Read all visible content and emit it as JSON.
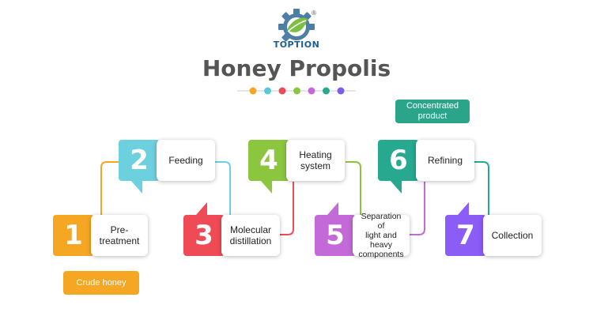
{
  "brand": {
    "name": "TOPTION",
    "registered": "®"
  },
  "title": "Honey Propolis",
  "dot_colors": [
    "#f5a623",
    "#5bc8d8",
    "#ef4b57",
    "#8cc63f",
    "#c46ad8",
    "#26a98f",
    "#7a5cf0"
  ],
  "steps": [
    {
      "number": "1",
      "label": "Pre-\ntreatment",
      "color": "#f5a623"
    },
    {
      "number": "2",
      "label": "Feeding",
      "color": "#6dd0df"
    },
    {
      "number": "3",
      "label": "Molecular\ndistillation",
      "color": "#ef4b57"
    },
    {
      "number": "4",
      "label": "Heating\nsystem",
      "color": "#8cc63f"
    },
    {
      "number": "5",
      "label": "Separation of\nlight and heavy\ncomponents",
      "color": "#c46ad8"
    },
    {
      "number": "6",
      "label": "Refining",
      "color": "#26a98f"
    },
    {
      "number": "7",
      "label": "Collection",
      "color": "#8b5cf6"
    }
  ],
  "callouts": {
    "start": {
      "label": "Crude honey",
      "color": "#f5a623"
    },
    "end": {
      "label": "Concentrated\nproduct",
      "color": "#2aa58a"
    }
  }
}
